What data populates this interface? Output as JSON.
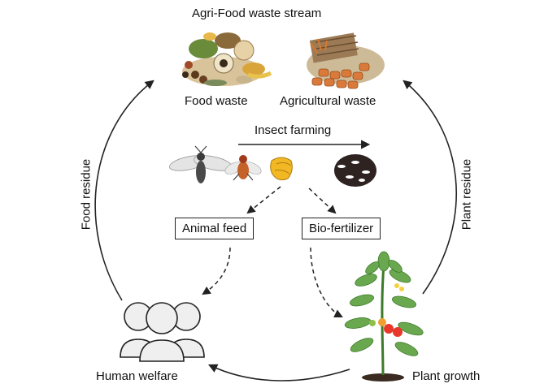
{
  "title": "Agri-Food waste stream",
  "sources": {
    "food_waste": "Food waste",
    "agricultural_waste": "Agricultural waste"
  },
  "process": {
    "insect_farming": "Insect farming"
  },
  "products": {
    "animal_feed": "Animal feed",
    "bio_fertilizer": "Bio-fertilizer"
  },
  "outcomes": {
    "human_welfare": "Human welfare",
    "plant_growth": "Plant growth"
  },
  "cycle_labels": {
    "food_residue": "Food residue",
    "plant_residue": "Plant residue"
  },
  "colors": {
    "line": "#222222",
    "leaf": "#6aa84f",
    "leaf_dark": "#3d7a2a",
    "tomato": "#e8382c",
    "larva": "#f2b824",
    "soil": "#3a2a1f",
    "people_fill": "#efefef"
  }
}
